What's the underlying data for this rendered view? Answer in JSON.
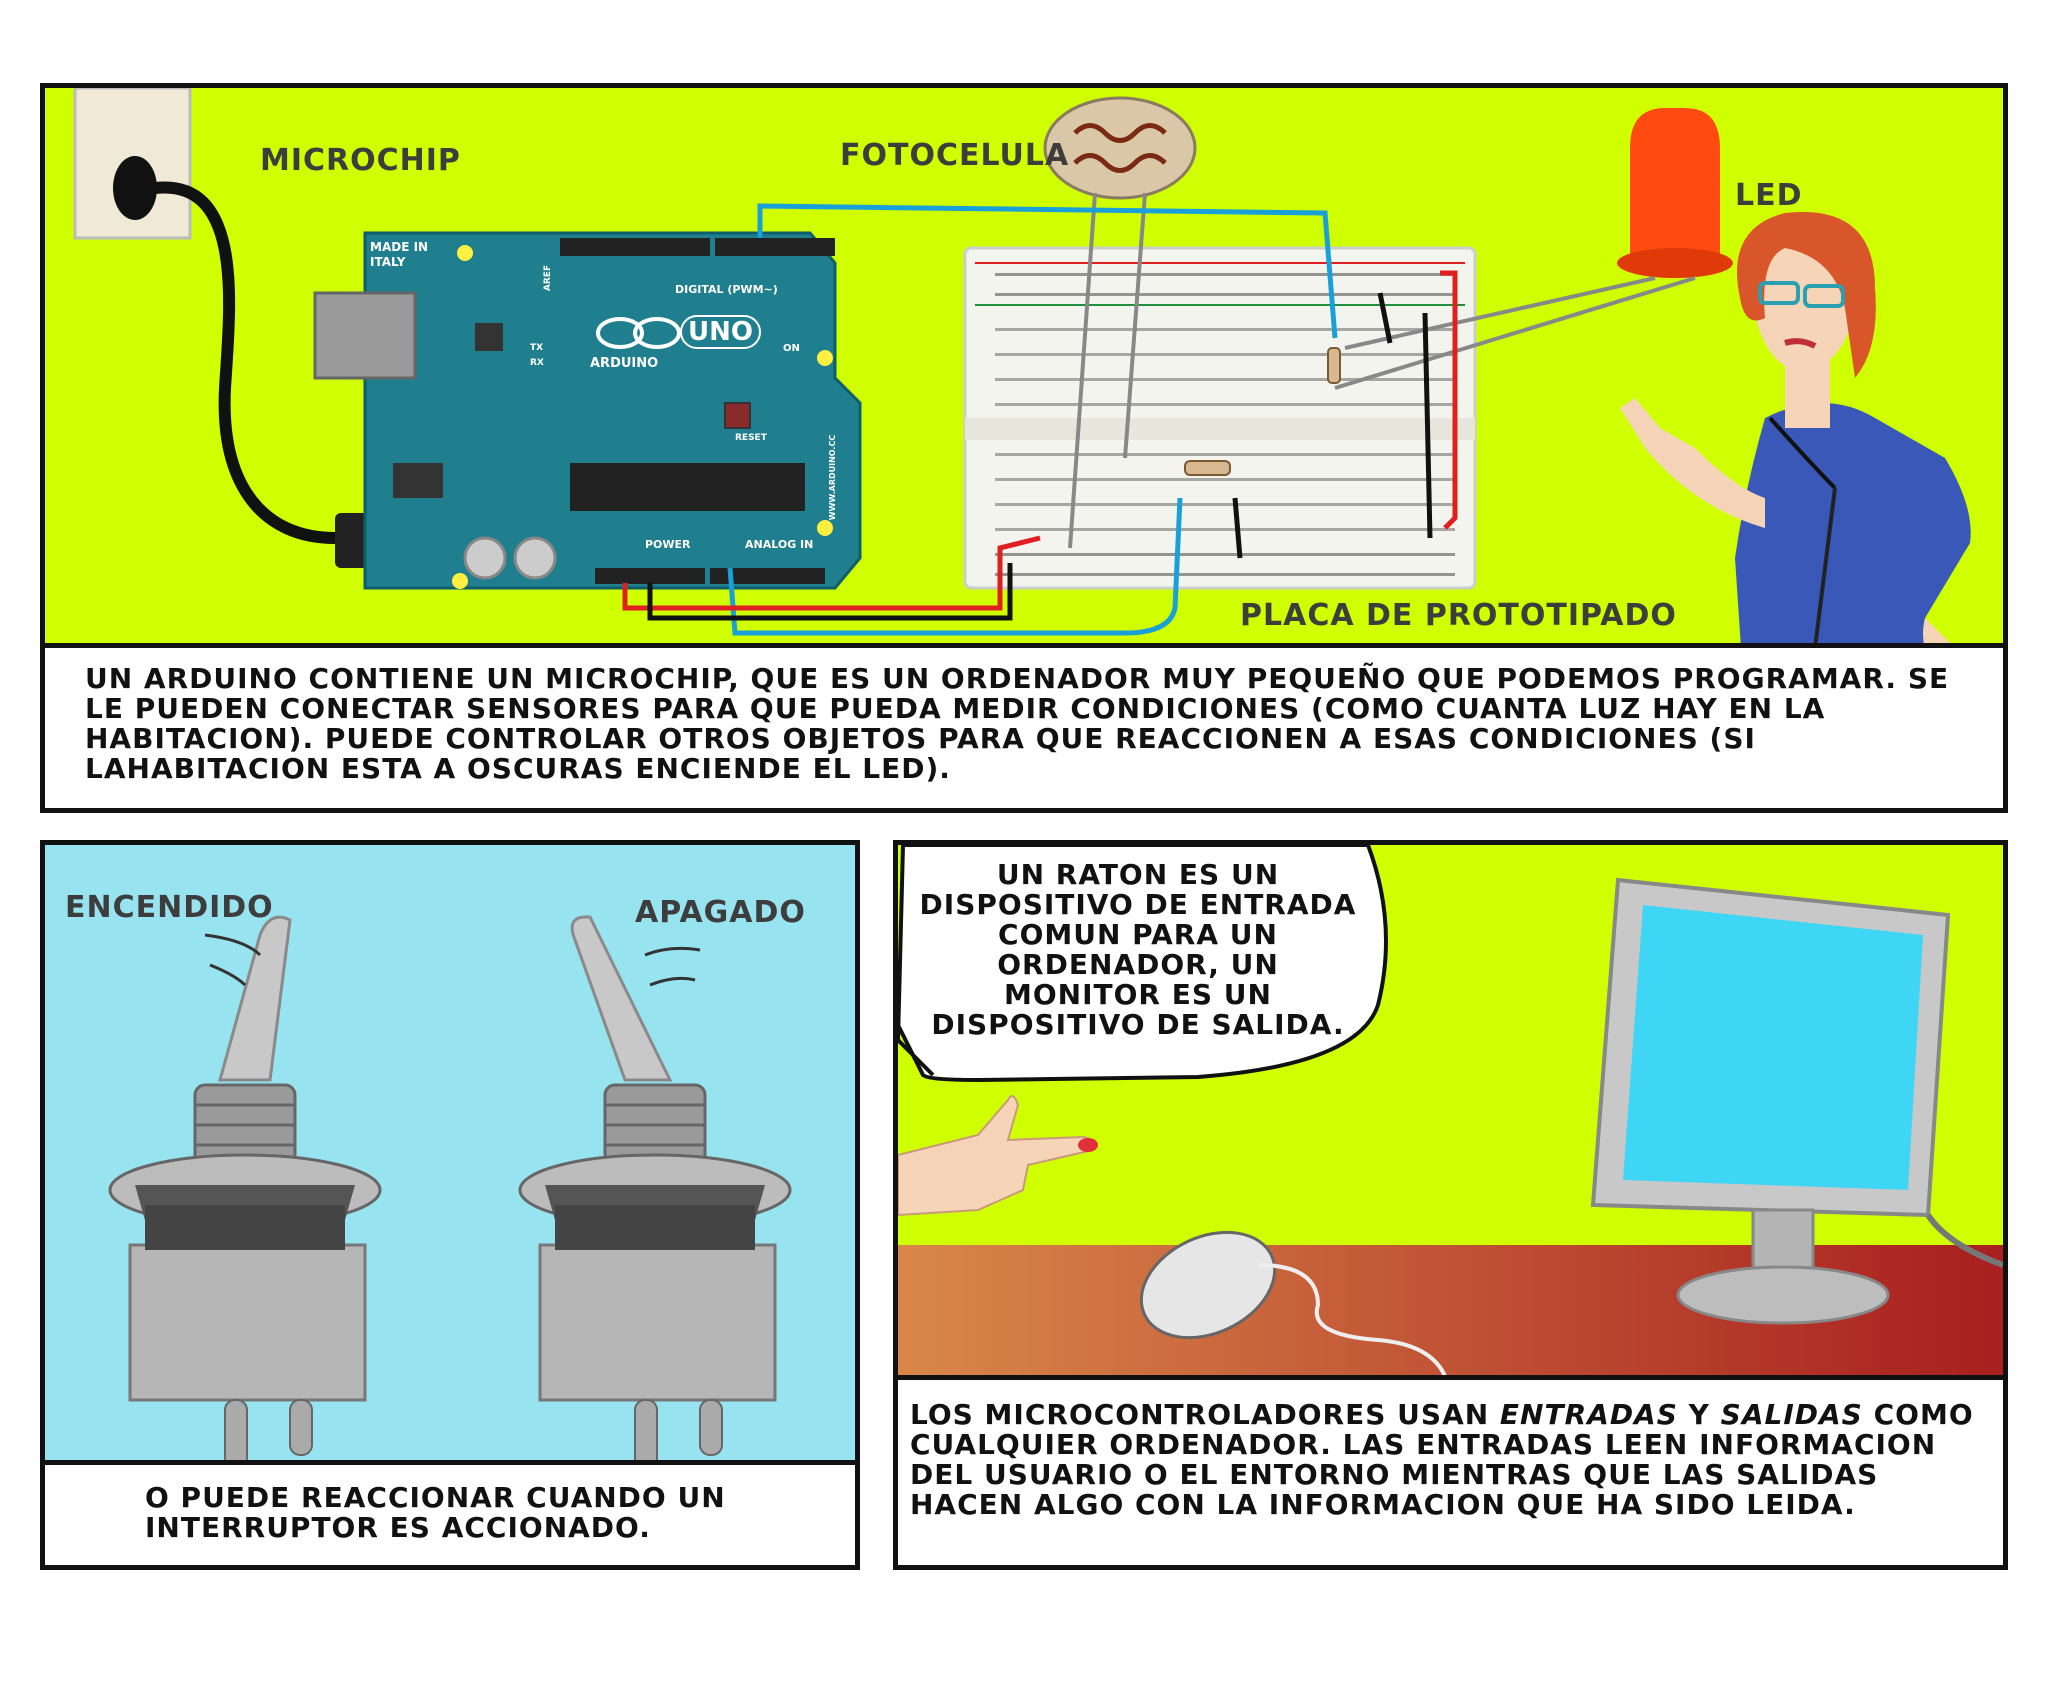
{
  "panel1": {
    "labels": {
      "microchip": "MICROCHIP",
      "photocell": "FOTOCELULA",
      "led": "LED",
      "breadboard": "PLACA DE PROTOTIPADO"
    },
    "board": {
      "made_in_italy": "MADE IN ITALY",
      "uno": "UNO",
      "brand": "ARDUINO",
      "digital": "DIGITAL (PWM~)",
      "power": "POWER",
      "analog_in": "ANALOG IN",
      "on": "ON",
      "tx": "TX",
      "rx": "RX",
      "reset": "RESET",
      "aref": "AREF",
      "url": "WWW.ARDUINO.CC"
    },
    "caption": "UN ARDUINO CONTIENE UN MICROCHIP, QUE ES UN ORDENADOR MUY PEQUEÑO QUE PODEMOS PROGRAMAR. SE LE PUEDEN CONECTAR SENSORES PARA QUE PUEDA MEDIR CONDICIONES (COMO CUANTA LUZ HAY EN LA HABITACION). PUEDE CONTROLAR OTROS OBJETOS PARA QUE REACCIONEN A ESAS CONDICIONES (SI LAHABITACION ESTA A OSCURAS ENCIENDE EL LED)."
  },
  "panel2": {
    "labels": {
      "on": "ENCENDIDO",
      "off": "APAGADO"
    },
    "caption": "O PUEDE REACCIONAR CUANDO UN INTERRUPTOR ES ACCIONADO."
  },
  "panel3": {
    "bubble": "UN RATON ES UN DISPOSITIVO DE ENTRADA COMUN PARA UN ORDENADOR, UN MONITOR ES UN DISPOSITIVO DE SALIDA.",
    "caption_pre": "LOS MICROCONTROLADORES USAN",
    "caption_em1": "ENTRADAS",
    "caption_mid": "Y",
    "caption_em2": "SALIDAS",
    "caption_post": "COMO CUALQUIER ORDENADOR. LAS ENTRADAS LEEN INFORMACION DEL USUARIO O EL ENTORNO MIENTRAS QUE LAS SALIDAS HACEN ALGO CON LA INFORMACION QUE HA SIDO LEIDA."
  },
  "colors": {
    "panel_green": "#cfff00",
    "sky_blue": "#98e3f0",
    "arduino_teal": "#1f7f8f",
    "wire_blue": "#1aa0d8",
    "wire_red": "#e02020",
    "led_orange": "#ff4a10",
    "desk_red": "#b02820"
  }
}
